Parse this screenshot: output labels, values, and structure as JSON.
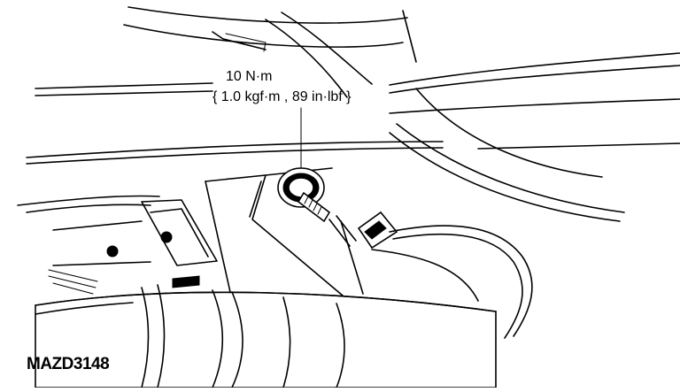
{
  "figure": {
    "torque_spec": {
      "line1": "10 N·m",
      "line2": "{ 1.0 kgf·m , 89 in·lbf }"
    },
    "figure_id": "MAZD3148"
  }
}
